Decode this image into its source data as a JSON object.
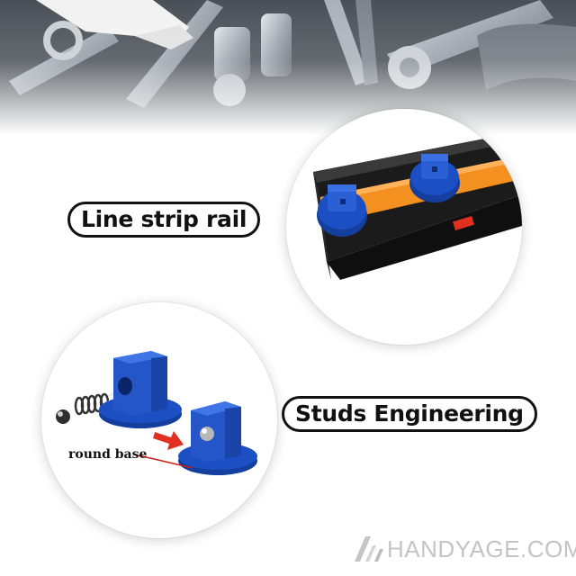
{
  "callouts": {
    "rail_label": "Line strip rail",
    "studs_label": "Studs Engineering",
    "round_base_label": "round base"
  },
  "watermark": {
    "text": "HANDYAGE.COM",
    "logo_icon": "handyage-logo-icon"
  },
  "colors": {
    "stud_blue": "#1d4fc4",
    "rail_orange": "#f39020",
    "rail_black": "#1b1b1b",
    "arrow_red": "#e03020",
    "watermark_gray": "#c4c4c4"
  }
}
